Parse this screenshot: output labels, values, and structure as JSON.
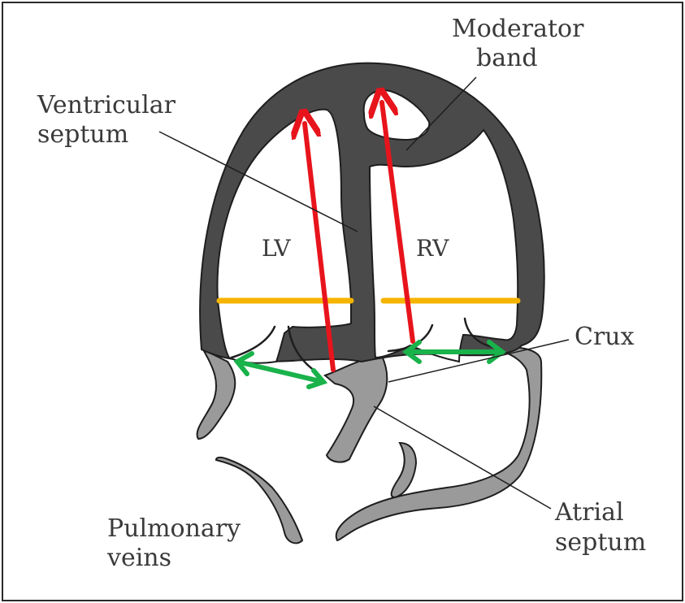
{
  "labels": {
    "moderator_band_1": "Moderator",
    "moderator_band_2": "band",
    "ventricular_septum_1": "Ventricular",
    "ventricular_septum_2": "septum",
    "lv": "LV",
    "rv": "RV",
    "crux": "Crux",
    "atrial_septum_1": "Atrial",
    "atrial_septum_2": "septum",
    "pulmonary_veins_1": "Pulmonary",
    "pulmonary_veins_2": "veins"
  },
  "colors": {
    "ventricle_wall": "#4a4a4a",
    "atrial_wall": "#9a9a9a",
    "outline": "#1e1e1e",
    "long_axis_arrow": "#e8141c",
    "mid_line": "#f5b400",
    "annulus_arrow": "#19b24b",
    "frame": "#2a2a2a"
  }
}
